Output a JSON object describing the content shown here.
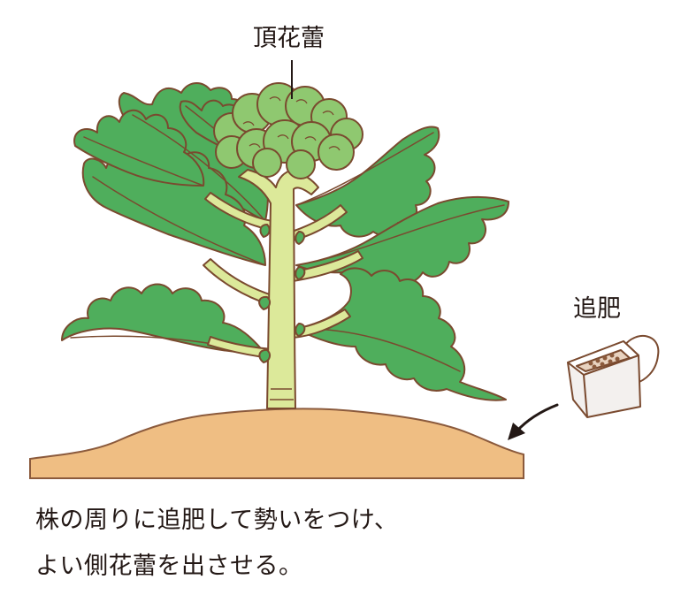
{
  "labels": {
    "terminal_bud": "頂花蕾",
    "fertilizer": "追肥"
  },
  "caption": {
    "line1": "株の周りに追肥して勢いをつけ、",
    "line2": "よい側花蕾を出させる。"
  },
  "colors": {
    "leaf_fill": "#4fae5c",
    "leaf_outline": "#7a4a2f",
    "floret_fill": "#8fc870",
    "stem_fill": "#dce99a",
    "soil_fill": "#efbe83",
    "bag_fill": "#f3f0ee",
    "text": "#231815"
  }
}
